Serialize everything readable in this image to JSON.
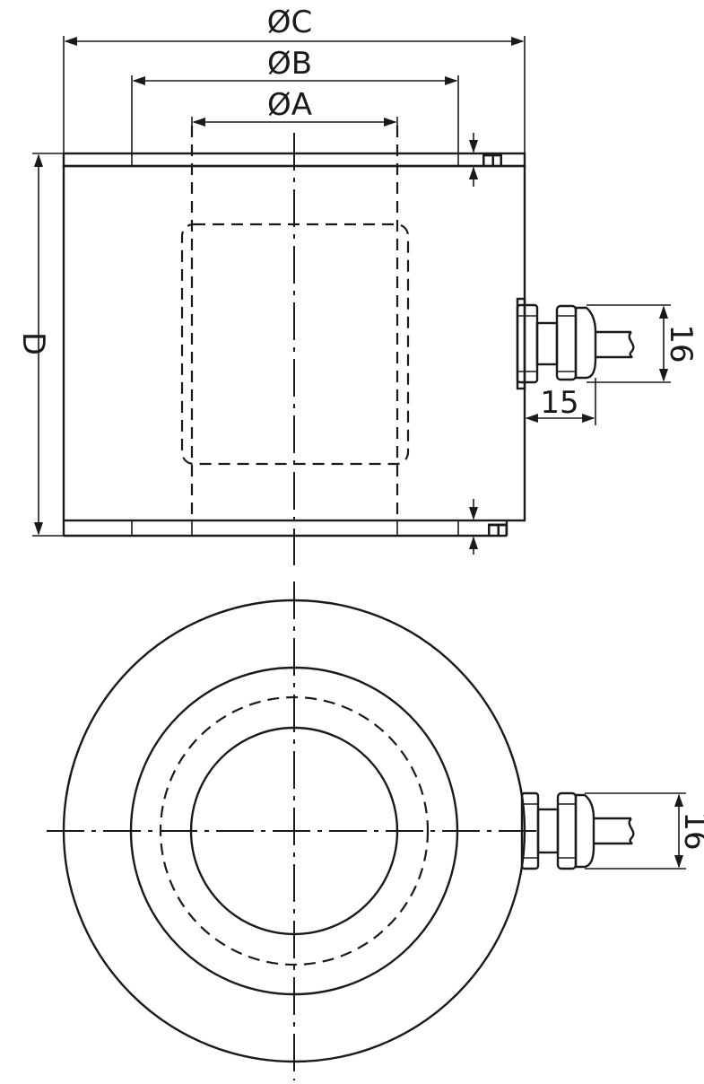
{
  "front_view": {
    "dimensions": {
      "phi_c": "ØC",
      "phi_b": "ØB",
      "phi_a": "ØA",
      "height": "D",
      "flange": "E",
      "base": "E",
      "connector_height": "16",
      "connector_length": "15"
    }
  },
  "top_view": {
    "dimensions": {
      "connector_height": "16"
    }
  }
}
